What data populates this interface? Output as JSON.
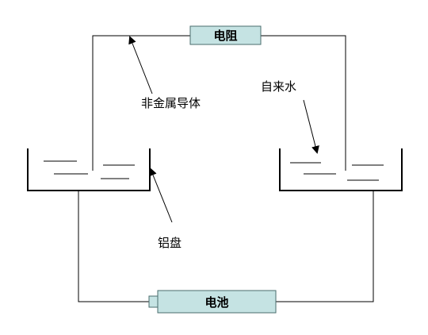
{
  "components": {
    "resistor": {
      "label": "电阻",
      "fill": "#c5e3e3"
    },
    "battery": {
      "label": "电池",
      "fill": "#c5e3e3"
    }
  },
  "labels": {
    "nonmetal_conductor": "非金属导体",
    "tap_water": "自来水",
    "aluminum_tray": "铝盘"
  },
  "colors": {
    "wire": "#000000",
    "background": "#ffffff",
    "component_stroke": "#4a6e6e"
  }
}
